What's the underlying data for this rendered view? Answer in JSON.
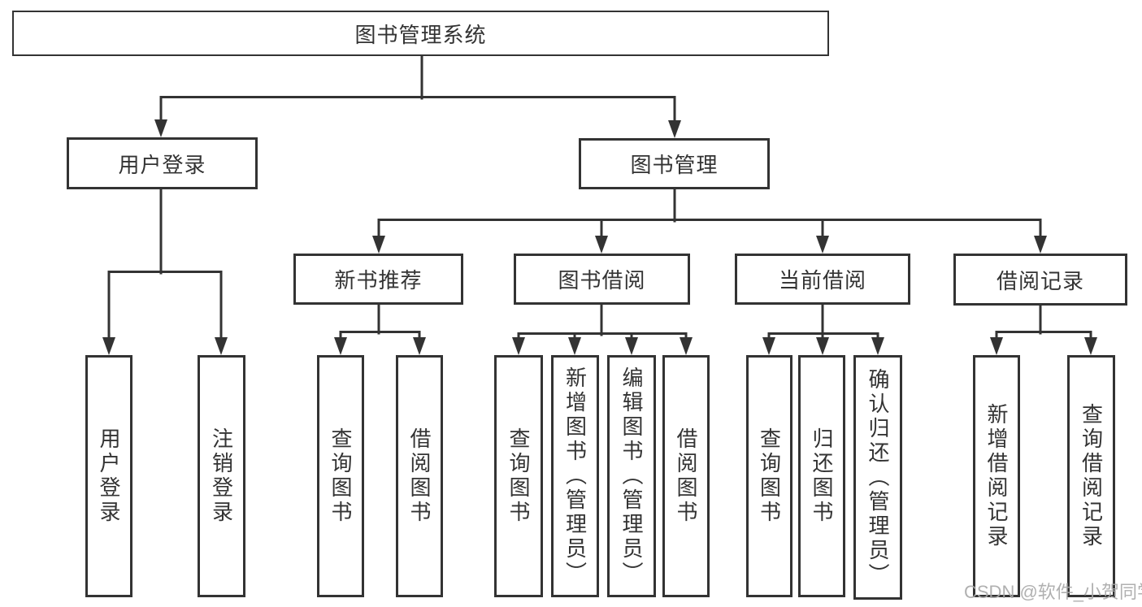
{
  "diagram": {
    "title": "图书管理系统",
    "tree": {
      "label": "图书管理系统",
      "children": [
        {
          "label": "用户登录",
          "children": [
            {
              "label": "用户登录"
            },
            {
              "label": "注销登录"
            }
          ]
        },
        {
          "label": "图书管理",
          "children": [
            {
              "label": "新书推荐",
              "children": [
                {
                  "label": "查询图书"
                },
                {
                  "label": "借阅图书"
                }
              ]
            },
            {
              "label": "图书借阅",
              "children": [
                {
                  "label": "查询图书"
                },
                {
                  "label": "新增图书（管理员）"
                },
                {
                  "label": "编辑图书（管理员）"
                },
                {
                  "label": "借阅图书"
                }
              ]
            },
            {
              "label": "当前借阅",
              "children": [
                {
                  "label": "查询图书"
                },
                {
                  "label": "归还图书"
                },
                {
                  "label": "确认归还（管理员）"
                }
              ]
            },
            {
              "label": "借阅记录",
              "children": [
                {
                  "label": "新增借阅记录"
                },
                {
                  "label": "查询借阅记录"
                }
              ]
            }
          ]
        }
      ]
    }
  },
  "watermark": {
    "text": "CSDN @软件_小贺同学"
  },
  "colors": {
    "line": "#333333",
    "border": "#333333",
    "text": "#333333",
    "watermark": "#a8a8a8",
    "background": "#ffffff"
  }
}
